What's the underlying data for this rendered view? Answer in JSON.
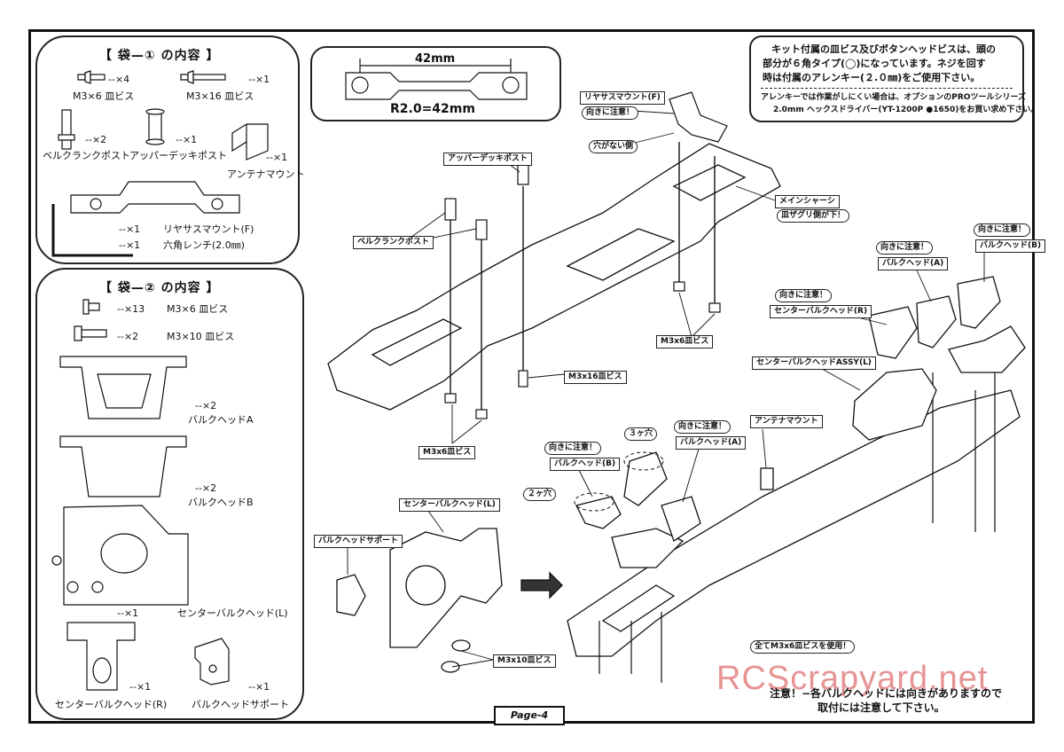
{
  "bag1": {
    "title": "【 袋—① の内容 】",
    "items": [
      {
        "qty": "--×4",
        "name": "M3×6 皿ビス"
      },
      {
        "qty": "--×1",
        "name": "M3×16 皿ビス"
      },
      {
        "qty": "--×2",
        "name": "ベルクランクポスト"
      },
      {
        "qty": "--×1",
        "name": "アッパーデッキポスト"
      },
      {
        "qty": "--×1",
        "name": "アンテナマウント"
      },
      {
        "qty": "--×1",
        "name": "リヤサスマウント(F)"
      },
      {
        "qty": "--×1",
        "name": "六角レンチ(2.0㎜)"
      }
    ]
  },
  "bag2": {
    "title": "【 袋—② の内容 】",
    "items": [
      {
        "qty": "--×13",
        "name": "M3×6 皿ビス"
      },
      {
        "qty": "--×2",
        "name": "M3×10 皿ビス"
      },
      {
        "qty": "--×2",
        "name": "バルクヘッドA"
      },
      {
        "qty": "--×2",
        "name": "バルクヘッドB"
      },
      {
        "qty": "--×1",
        "name": "センターバルクヘッド(L)"
      },
      {
        "qty": "--×1",
        "name": "センターバルクヘッド(R)"
      },
      {
        "qty": "--×1",
        "name": "バルクヘッドサポート"
      }
    ]
  },
  "detail": {
    "dim": "42mm",
    "caption": "R2.0=42mm"
  },
  "note_box": {
    "line1": "キット付属の皿ビス及びボタンヘッドビスは、頭の",
    "line2": "部分が６角タイプ(◯)になっています。ネジを回す",
    "line3": "時は付属のアレンキー(２.０㎜)をご使用下さい。",
    "line4": "アレンキーでは作業がしにくい場合は、オプションのPROツールシリーズ",
    "line5": "2.0mm ヘックスドライバー(YT-1200P ●1650)をお買い求め下さい。"
  },
  "labels": {
    "rear_mount": "リヤサスマウント(F)",
    "caution": "向きに注意！",
    "no_hole": "穴がない側",
    "upper_post": "アッパーデッキポスト",
    "main_chassis": "メインシャーシ",
    "countersink_down": "皿ザグリ側が下！",
    "bellcrank_post": "ベルクランクポスト",
    "m3x6_1": "M3x6皿ビス",
    "m3x16": "M3x16皿ビス",
    "m3x6_2": "M3x6皿ビス",
    "center_r": "センターバルクヘッド(R)",
    "bulk_a": "バルクヘッド(A)",
    "bulk_b": "バルクヘッド(B)",
    "center_assy": "センターバルクヘッドASSY(L)",
    "antenna": "アンテナマウント",
    "three_holes": "３ヶ穴",
    "two_holes": "２ヶ穴",
    "center_l": "センターバルクヘッド(L)",
    "support": "バルクヘッドサポート",
    "m3x10": "M3x10皿ビス",
    "all_m3x6": "全てM3x6皿ビスを使用！"
  },
  "footer": {
    "warn1": "注意！−各バルクヘッドには向きがありますので",
    "warn2": "取付には注意して下さい。",
    "page": "Page-4",
    "watermark": "RCScrapyard.net"
  }
}
